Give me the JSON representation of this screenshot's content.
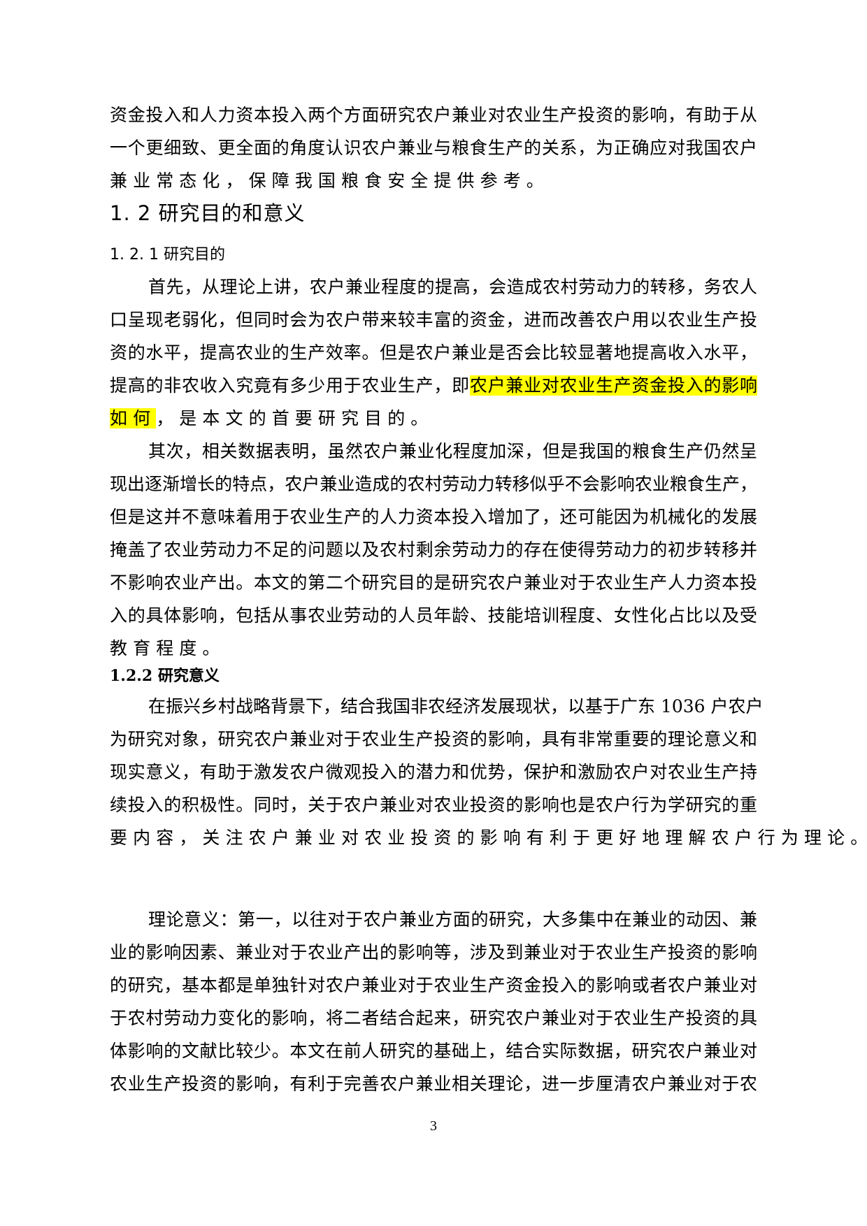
{
  "page": {
    "paragraph_top": {
      "lines": [
        "资金投入和人力资本投入两个方面研究农户兼业对农业生产投资的影响，有助于从",
        "一个更细致、更全面的角度认识农户兼业与粮食生产的关系，为正确应对我国农户",
        "兼业常态化，保障我国粮食安全提供参考。"
      ]
    },
    "section_heading": "1. 2  研究目的和意义",
    "subsection_1": {
      "heading": "1. 2. 1 研究目的",
      "paragraph_1": {
        "lines": [
          "首先，从理论上讲，农户兼业程度的提高，会造成农村劳动力的转移，务农人",
          "口呈现老弱化，但同时会为农户带来较丰富的资金，进而改善农户用以农业生产投",
          "资的水平，提高农业的生产效率。但是农户兼业是否会比较显著地提高收入水平，"
        ],
        "line4_prefix": "提高的非农收入究竟有多少用于农业生产，即",
        "line4_highlight": "农户兼业对农业生产资金投入的影响",
        "line5_highlight": "如何",
        "line5_suffix": "，是本文的首要研究目的。",
        "highlight_color": "#ffff00"
      },
      "paragraph_2": {
        "lines": [
          "其次，相关数据表明，虽然农户兼业化程度加深，但是我国的粮食生产仍然呈",
          "现出逐渐增长的特点，农户兼业造成的农村劳动力转移似乎不会影响农业粮食生产，",
          "但是这并不意味着用于农业生产的人力资本投入增加了，还可能因为机械化的发展",
          "掩盖了农业劳动力不足的问题以及农村剩余劳动力的存在使得劳动力的初步转移并",
          "不影响农业产出。本文的第二个研究目的是研究农户兼业对于农业生产人力资本投",
          "入的具体影响，包括从事农业劳动的人员年龄、技能培训程度、女性化占比以及受",
          "教育程度。"
        ]
      }
    },
    "subsection_2": {
      "heading": "1.2.2 研究意义",
      "paragraph_1": {
        "lines": [
          "在振兴乡村战略背景下，结合我国非农经济发展现状，以基于广东 1036 户农户",
          "为研究对象，研究农户兼业对于农业生产投资的影响，具有非常重要的理论意义和",
          "现实意义，有助于激发农户微观投入的潜力和优势，保护和激励农户对农业生产持",
          "续投入的积极性。同时，关于农户兼业对农业投资的影响也是农户行为学研究的重",
          "要内容，关注农户兼业对农业投资的影响有利于更好地理解农户行为理论。"
        ]
      },
      "paragraph_2": {
        "lines": [
          "理论意义：第一，以往对于农户兼业方面的研究，大多集中在兼业的动因、兼",
          "业的影响因素、兼业对于农业产出的影响等，涉及到兼业对于农业生产投资的影响",
          "的研究，基本都是单独针对农户兼业对于农业生产资金投入的影响或者农户兼业对",
          "于农村劳动力变化的影响，将二者结合起来，研究农户兼业对于农业生产投资的具",
          "体影响的文献比较少。本文在前人研究的基础上，结合实际数据，研究农户兼业对",
          "农业生产投资的影响，有利于完善农户兼业相关理论，进一步厘清农户兼业对于农"
        ]
      }
    },
    "page_number": "3"
  }
}
